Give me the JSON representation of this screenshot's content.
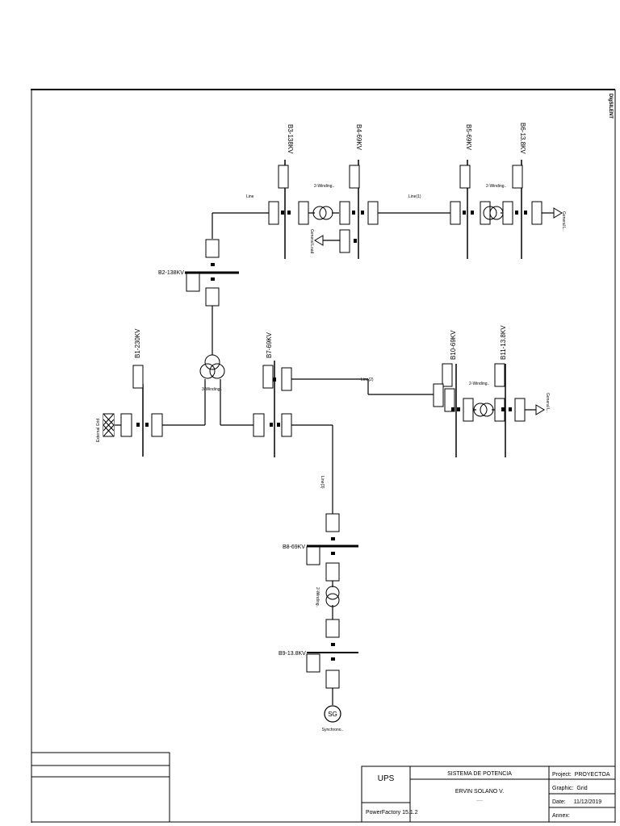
{
  "logo_text": "DIgSILENT",
  "buses": {
    "b1": "B1-230KV",
    "b2": "B2-138KV",
    "b3": "B3-138KV",
    "b4": "B4-69KV",
    "b5": "B5-69KV",
    "b6": "B6-13.8KV",
    "b7": "B7-69KV",
    "b8": "B8-69KV",
    "b9": "B9-13.8KV",
    "b10": "B10-69KV",
    "b11": "B11-13.8KV"
  },
  "elements": {
    "line_b2_b3": "Line",
    "tr_b3_b4": "2-Winding..",
    "line1": "Line(1)",
    "tr_b5_b6": "2-Winding..",
    "load_b6": "General L..",
    "load_b4": "General Load",
    "tr3w": "3-Winding..",
    "line2": "Line(2)",
    "tr_b10_b11": "2-Winding..",
    "load_b11": "General L..",
    "ext_grid": "External Grid",
    "line3": "Line(3)",
    "tr_b8_b9": "2-Winding..",
    "gen": "Synchrono..",
    "gen_symbol": "SG"
  },
  "title_block": {
    "ups": "UPS",
    "software": "PowerFactory 15.1.2",
    "system": "SISTEMA DE POTENCIA",
    "author": "ERVIN SOLANO V.",
    "author_sub": "------",
    "project_label": "Project:",
    "project_value": "PROYECTOA",
    "graphic_label": "Graphic:",
    "graphic_value": "Grid",
    "date_label": "Date:",
    "date_value": "11/12/2019",
    "annex_label": "Annex:"
  }
}
